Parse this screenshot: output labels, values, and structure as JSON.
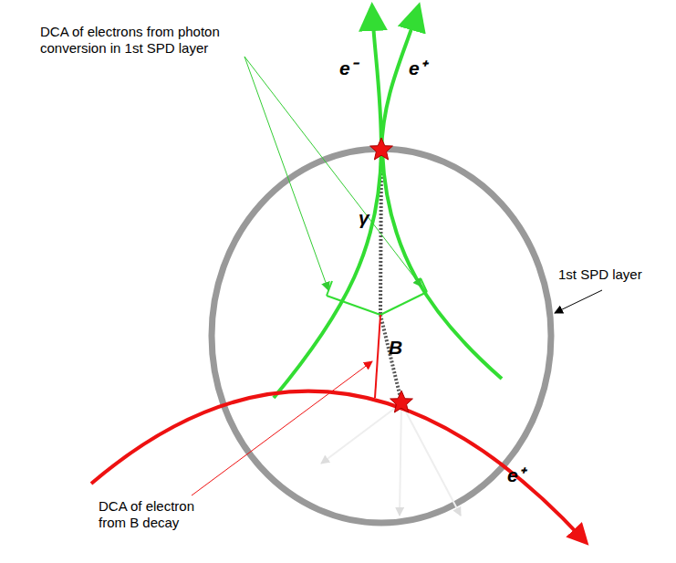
{
  "diagram": {
    "labels": [
      "e⁻",
      "e⁺",
      "DCA of electrons from photon conversion in 1st SPD layer",
      "γ",
      "1st SPD layer",
      "B",
      "e⁺",
      "DCA of electron from B decay"
    ]
  }
}
